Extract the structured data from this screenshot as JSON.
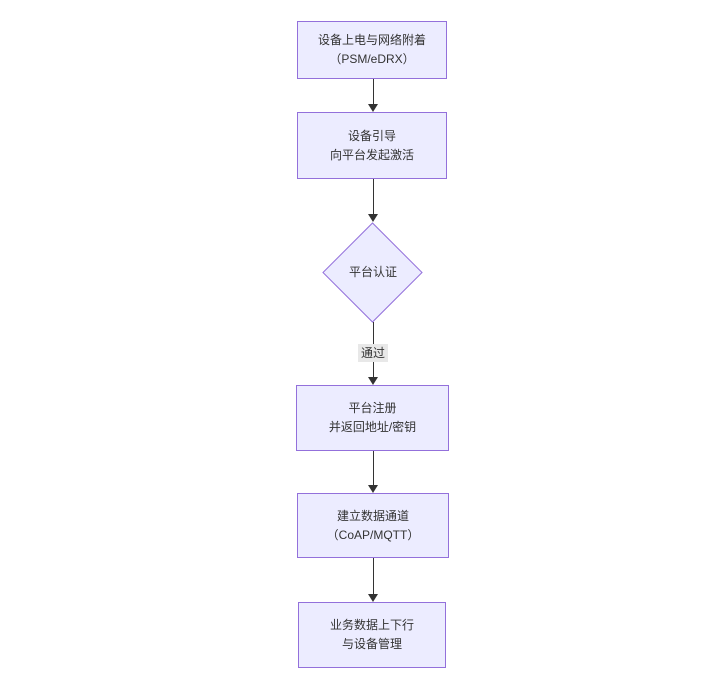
{
  "theme": {
    "node_fill": "#ECECFF",
    "node_border": "#9370DB",
    "arrow_color": "#333333",
    "edge_label_bg": "#e8e8e8",
    "text_color": "#333333",
    "page_bg": "#ffffff"
  },
  "diagram": {
    "type": "flowchart-vertical",
    "nodes": [
      {
        "id": "power-attach",
        "shape": "rect",
        "lines": [
          "设备上电与网络附着",
          "（PSM/eDRX）"
        ]
      },
      {
        "id": "bootstrap",
        "shape": "rect",
        "lines": [
          "设备引导",
          "向平台发起激活"
        ]
      },
      {
        "id": "platform-auth",
        "shape": "diamond",
        "lines": [
          "平台认证"
        ]
      },
      {
        "id": "register",
        "shape": "rect",
        "lines": [
          "平台注册",
          "并返回地址/密钥"
        ]
      },
      {
        "id": "data-channel",
        "shape": "rect",
        "lines": [
          "建立数据通道",
          "（CoAP/MQTT）"
        ]
      },
      {
        "id": "business-data",
        "shape": "rect",
        "lines": [
          "业务数据上下行",
          "与设备管理"
        ]
      }
    ],
    "edges": [
      {
        "from": "power-attach",
        "to": "bootstrap",
        "label": ""
      },
      {
        "from": "bootstrap",
        "to": "platform-auth",
        "label": ""
      },
      {
        "from": "platform-auth",
        "to": "register",
        "label": "通过"
      },
      {
        "from": "register",
        "to": "data-channel",
        "label": ""
      },
      {
        "from": "data-channel",
        "to": "business-data",
        "label": ""
      }
    ]
  }
}
